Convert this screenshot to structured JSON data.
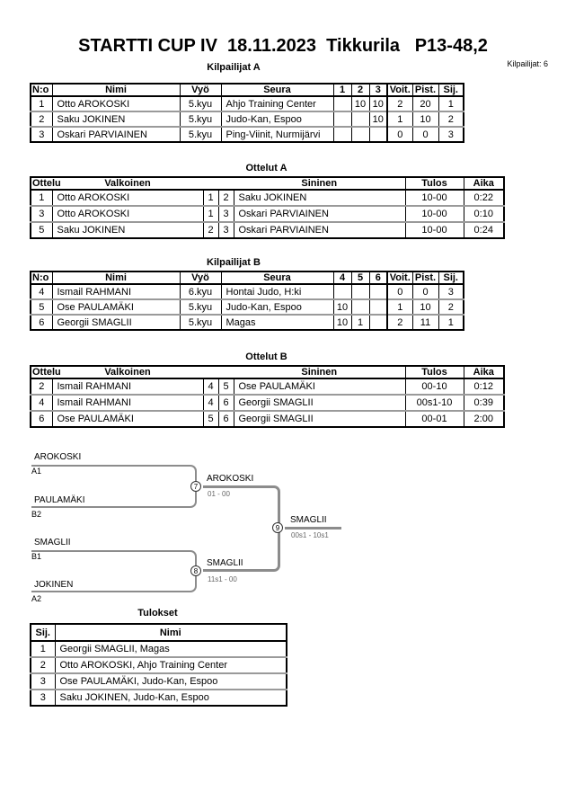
{
  "header": {
    "title": "STARTTI CUP IV  18.11.2023  Tikkurila   P13-48,2",
    "competitors_note": "Kilpailijat: 6"
  },
  "pool_a": {
    "title": "Kilpailijat A",
    "headers": [
      "N:o",
      "Nimi",
      "Vyö",
      "Seura",
      "1",
      "2",
      "3",
      "Voit.",
      "Pist.",
      "Sij."
    ],
    "rows": [
      {
        "no": "1",
        "name": "Otto AROKOSKI",
        "belt": "5.kyu",
        "club": "Ahjo Training Center",
        "r1": "",
        "r2": "10",
        "r3": "10",
        "wins": "2",
        "points": "20",
        "place": "1"
      },
      {
        "no": "2",
        "name": "Saku JOKINEN",
        "belt": "5.kyu",
        "club": "Judo-Kan, Espoo",
        "r1": "",
        "r2": "",
        "r3": "10",
        "wins": "1",
        "points": "10",
        "place": "2"
      },
      {
        "no": "3",
        "name": "Oskari PARVIAINEN",
        "belt": "5.kyu",
        "club": "Ping-Viinit, Nurmijärvi",
        "r1": "",
        "r2": "",
        "r3": "",
        "wins": "0",
        "points": "0",
        "place": "3"
      }
    ]
  },
  "matches_a": {
    "title": "Ottelut A",
    "headers": [
      "Ottelu",
      "Valkoinen",
      "Sininen",
      "Tulos",
      "Aika"
    ],
    "rows": [
      {
        "no": "1",
        "white": "Otto AROKOSKI",
        "white_no": "1",
        "blue_no": "2",
        "blue": "Saku JOKINEN",
        "result": "10-00",
        "time": "0:22"
      },
      {
        "no": "3",
        "white": "Otto AROKOSKI",
        "white_no": "1",
        "blue_no": "3",
        "blue": "Oskari PARVIAINEN",
        "result": "10-00",
        "time": "0:10"
      },
      {
        "no": "5",
        "white": "Saku JOKINEN",
        "white_no": "2",
        "blue_no": "3",
        "blue": "Oskari PARVIAINEN",
        "result": "10-00",
        "time": "0:24"
      }
    ]
  },
  "pool_b": {
    "title": "Kilpailijat B",
    "headers": [
      "N:o",
      "Nimi",
      "Vyö",
      "Seura",
      "4",
      "5",
      "6",
      "Voit.",
      "Pist.",
      "Sij."
    ],
    "rows": [
      {
        "no": "4",
        "name": "Ismail RAHMANI",
        "belt": "6.kyu",
        "club": "Hontai Judo, H:ki",
        "r1": "",
        "r2": "",
        "r3": "",
        "wins": "0",
        "points": "0",
        "place": "3"
      },
      {
        "no": "5",
        "name": "Ose PAULAMÄKI",
        "belt": "5.kyu",
        "club": "Judo-Kan, Espoo",
        "r1": "10",
        "r2": "",
        "r3": "",
        "wins": "1",
        "points": "10",
        "place": "2"
      },
      {
        "no": "6",
        "name": "Georgii SMAGLII",
        "belt": "5.kyu",
        "club": "Magas",
        "r1": "10",
        "r2": "1",
        "r3": "",
        "wins": "2",
        "points": "11",
        "place": "1"
      }
    ]
  },
  "matches_b": {
    "title": "Ottelut B",
    "headers": [
      "Ottelu",
      "Valkoinen",
      "Sininen",
      "Tulos",
      "Aika"
    ],
    "rows": [
      {
        "no": "2",
        "white": "Ismail RAHMANI",
        "white_no": "4",
        "blue_no": "5",
        "blue": "Ose PAULAMÄKI",
        "result": "00-10",
        "time": "0:12"
      },
      {
        "no": "4",
        "white": "Ismail RAHMANI",
        "white_no": "4",
        "blue_no": "6",
        "blue": "Georgii SMAGLII",
        "result": "00s1-10",
        "time": "0:39"
      },
      {
        "no": "6",
        "white": "Ose PAULAMÄKI",
        "white_no": "5",
        "blue_no": "6",
        "blue": "Georgii SMAGLII",
        "result": "00-01",
        "time": "2:00"
      }
    ]
  },
  "bracket": {
    "seeds": [
      {
        "name": "AROKOSKI",
        "code": "A1"
      },
      {
        "name": "PAULAMÄKI",
        "code": "B2"
      },
      {
        "name": "SMAGLII",
        "code": "B1"
      },
      {
        "name": "JOKINEN",
        "code": "A2"
      }
    ],
    "semifinal_1": {
      "number": "7",
      "winner": "AROKOSKI",
      "score": "01 - 00"
    },
    "semifinal_2": {
      "number": "8",
      "winner": "SMAGLII",
      "score": "11s1 - 00"
    },
    "final": {
      "number": "9",
      "winner": "SMAGLII",
      "score": "00s1 - 10s1"
    }
  },
  "results": {
    "title": "Tulokset",
    "headers": [
      "Sij.",
      "Nimi"
    ],
    "rows": [
      {
        "place": "1",
        "name": "Georgii SMAGLII, Magas"
      },
      {
        "place": "2",
        "name": "Otto AROKOSKI, Ahjo Training Center"
      },
      {
        "place": "3",
        "name": "Ose PAULAMÄKI, Judo-Kan, Espoo"
      },
      {
        "place": "3",
        "name": "Saku JOKINEN, Judo-Kan, Espoo"
      }
    ]
  },
  "colors": {
    "grid_gray": "#9a9a9a",
    "bracket_line": "#8c8c8c"
  }
}
